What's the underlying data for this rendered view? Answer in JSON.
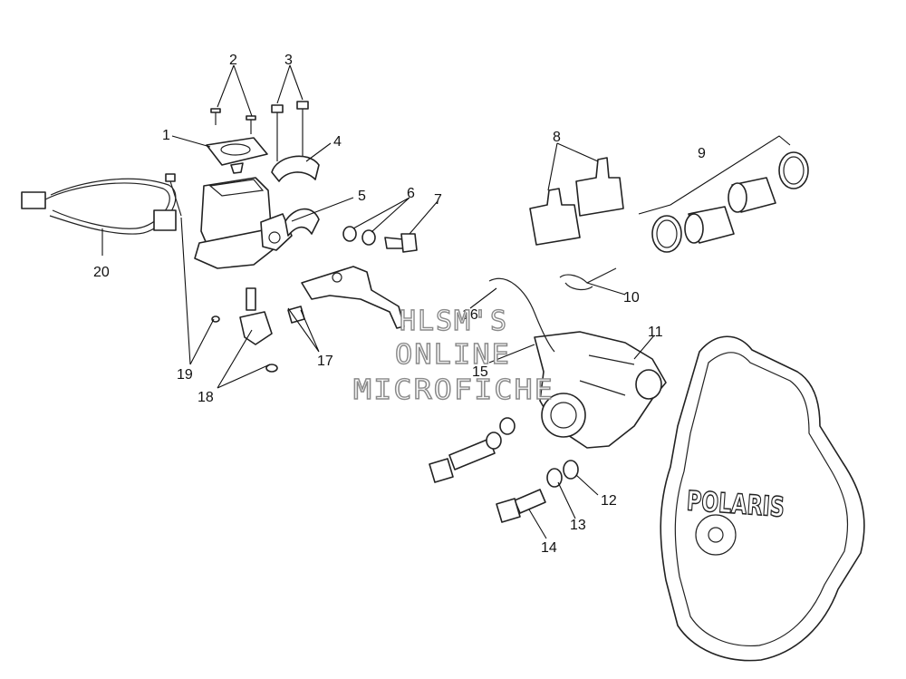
{
  "diagram": {
    "callouts": [
      "1",
      "2",
      "3",
      "4",
      "5",
      "6",
      "7",
      "8",
      "9",
      "10",
      "11",
      "12",
      "13",
      "14",
      "15",
      "16",
      "17",
      "18",
      "19",
      "20"
    ],
    "brand_logo": "POLARIS",
    "watermark": [
      "HLSM'S",
      "ONLINE",
      "MICROFICHE"
    ]
  }
}
